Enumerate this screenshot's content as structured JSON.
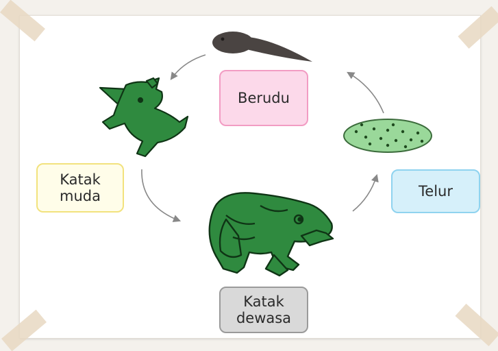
{
  "stages": [
    {
      "id": "berudu",
      "label": "Berudu",
      "fill": "#fcd9ea",
      "border": "#f29cc3"
    },
    {
      "id": "telur",
      "label": "Telur",
      "fill": "#d6f0fa",
      "border": "#8fd3ef"
    },
    {
      "id": "muda",
      "label": "Katak\nmuda",
      "fill": "#fffde9",
      "border": "#f2e27d"
    },
    {
      "id": "dewasa",
      "label": "Katak\ndewasa",
      "fill": "#d9d9d9",
      "border": "#9a9a9a"
    }
  ],
  "colors": {
    "frog_green": "#2f8a3f",
    "frog_dark": "#0f3415",
    "tadpole": "#4a4442",
    "eggs_fill": "#9ad89a",
    "arrow": "#888888"
  }
}
